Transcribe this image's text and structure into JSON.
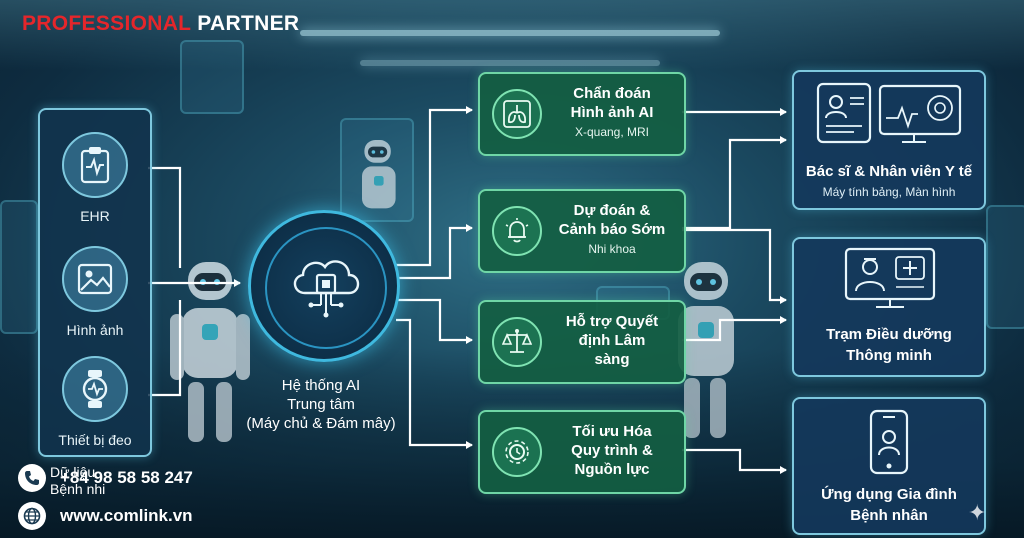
{
  "brand": {
    "part1": "PROFESSIONAL",
    "part2": "PARTNER"
  },
  "source": {
    "title_line1": "Dữ liệu",
    "title_line2": "Bệnh nhi",
    "items": [
      {
        "label": "EHR",
        "icon": "ehr-clipboard-icon"
      },
      {
        "label": "Hình ảnh",
        "icon": "image-icon"
      },
      {
        "label": "Thiết bị đeo",
        "icon": "smartwatch-icon"
      }
    ]
  },
  "hub": {
    "line1": "Hệ thống AI",
    "line2": "Trung tâm",
    "line3": "(Máy chủ & Đám mây)",
    "icon": "cloud-chip-icon"
  },
  "processes": [
    {
      "title_line1": "Chẩn đoán",
      "title_line2": "Hình ảnh AI",
      "sub": "X-quang, MRI",
      "icon": "lungs-xray-icon"
    },
    {
      "title_line1": "Dự đoán &",
      "title_line2": "Cảnh báo Sớm",
      "sub": "Nhi khoa",
      "icon": "alert-bell-icon"
    },
    {
      "title_line1": "Hỗ trợ Quyết",
      "title_line2": "định Lâm",
      "title_line3": "sàng",
      "icon": "scales-icon"
    },
    {
      "title_line1": "Tối ưu Hóa",
      "title_line2": "Quy trình &",
      "title_line3": "Nguồn lực",
      "icon": "gear-icon"
    }
  ],
  "outputs": [
    {
      "title": "Bác sĩ & Nhân viên Y tế",
      "sub": "Máy tính bảng, Màn hình",
      "icon": "doctor-tablet-monitor-icon"
    },
    {
      "title_line1": "Trạm Điều dưỡng",
      "title_line2": "Thông minh",
      "icon": "nurse-station-monitor-icon"
    },
    {
      "title_line1": "Ứng dụng Gia đình",
      "title_line2": "Bệnh nhân",
      "icon": "mobile-app-icon"
    }
  ],
  "contact": {
    "phone": "+84 98 58 58 247",
    "website": "www.comlink.vn"
  },
  "colors": {
    "brand_red": "#e5262b",
    "process_green": "#145e42",
    "output_blue": "#14385c",
    "flow_line": "#ffffff"
  }
}
